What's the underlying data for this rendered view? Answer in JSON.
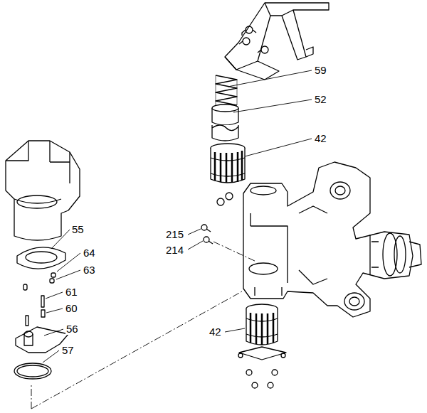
{
  "diagram": {
    "labels": [
      "59",
      "52",
      "42",
      "55",
      "64",
      "63",
      "61",
      "60",
      "56",
      "57",
      "215",
      "214",
      "42"
    ]
  }
}
